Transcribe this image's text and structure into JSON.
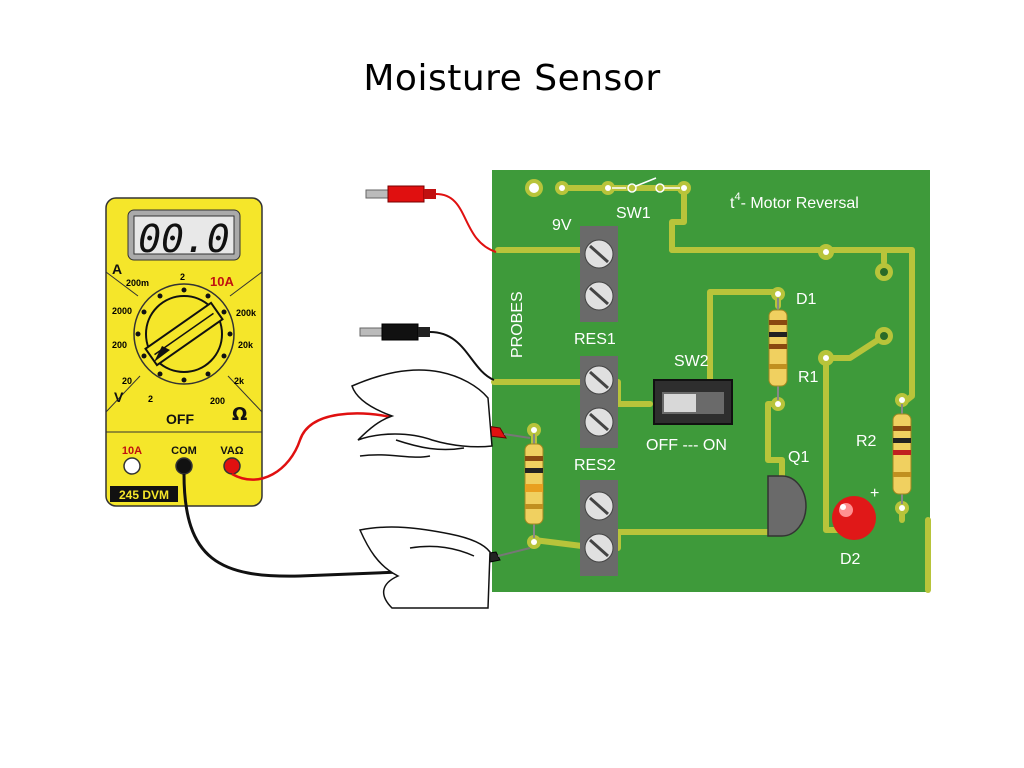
{
  "title": "Moisture Sensor",
  "multimeter": {
    "display": "00.0",
    "range_labels": {
      "amps": "A",
      "a200m": "200m",
      "a2": "2",
      "a10": "10A",
      "a2000": "2000",
      "a200": "200",
      "a20": "20",
      "v": "V",
      "v2": "2",
      "off": "OFF",
      "ohm": "Ω",
      "o200k": "200k",
      "o20k": "20k",
      "o2k": "2k",
      "o200": "200"
    },
    "jacks": {
      "a10": "10A",
      "com": "COM",
      "vaohm": "VAΩ"
    },
    "model": "245 DVM"
  },
  "board": {
    "title_main": "t",
    "title_sup": "4",
    "title_rest": "- Motor Reversal",
    "labels": {
      "v9": "9V",
      "sw1": "SW1",
      "probes": "PROBES",
      "res1": "RES1",
      "res2": "RES2",
      "sw2": "SW2",
      "sw2_state": "OFF --- ON",
      "d1": "D1",
      "r1": "R1",
      "r2": "R2",
      "q1": "Q1",
      "d2": "D2",
      "plus": "+"
    }
  },
  "colors": {
    "pcb": "#3e9a3a",
    "trace": "#b8c43a",
    "meter_body": "#f5e62a",
    "wire_red": "#e01010",
    "wire_black": "#111111"
  }
}
